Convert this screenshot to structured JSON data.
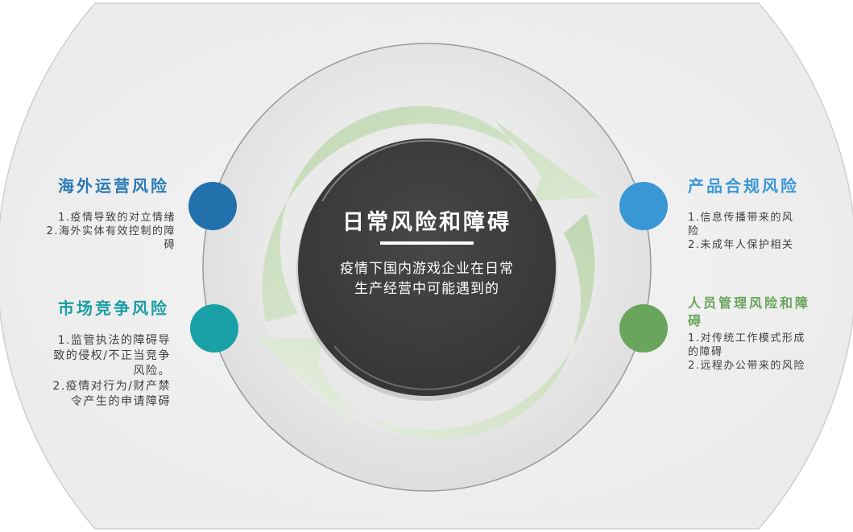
{
  "colors": {
    "overseas": "#2271ad",
    "market": "#1aa1a7",
    "product": "#3a97d6",
    "personnel": "#69a55c",
    "title_overseas": "#2a7bb5",
    "title_market": "#1a9da3",
    "title_product": "#3a97d6",
    "title_personnel": "#69a55c",
    "center_disc": "#3f3f3f",
    "arrow": "#c7dcb9"
  },
  "center": {
    "title": "日常风险和障碍",
    "description_lines": [
      "疫情下国内游戏企业在日常",
      "生产经营中可能遇到的"
    ]
  },
  "categories": {
    "overseas": {
      "title": "海外运营风险",
      "lines": [
        "1.疫情导致的对立情绪",
        "2.海外实体有效控制的障",
        "碍"
      ]
    },
    "market": {
      "title": "市场竞争风险",
      "lines": [
        "1.监管执法的障碍导",
        "致的侵权/不正当竞争",
        "风险。",
        "2.疫情对行为/财产禁",
        "令产生的申请障碍"
      ]
    },
    "product": {
      "title": "产品合规风险",
      "lines": [
        "1.信息传播带来的风",
        "险",
        "2.未成年人保护相关"
      ]
    },
    "personnel": {
      "title_lines": [
        "人员管理风险和障",
        "碍"
      ],
      "lines": [
        "1.对传统工作模式形成",
        "的障碍",
        "2.远程办公带来的风险"
      ]
    }
  }
}
